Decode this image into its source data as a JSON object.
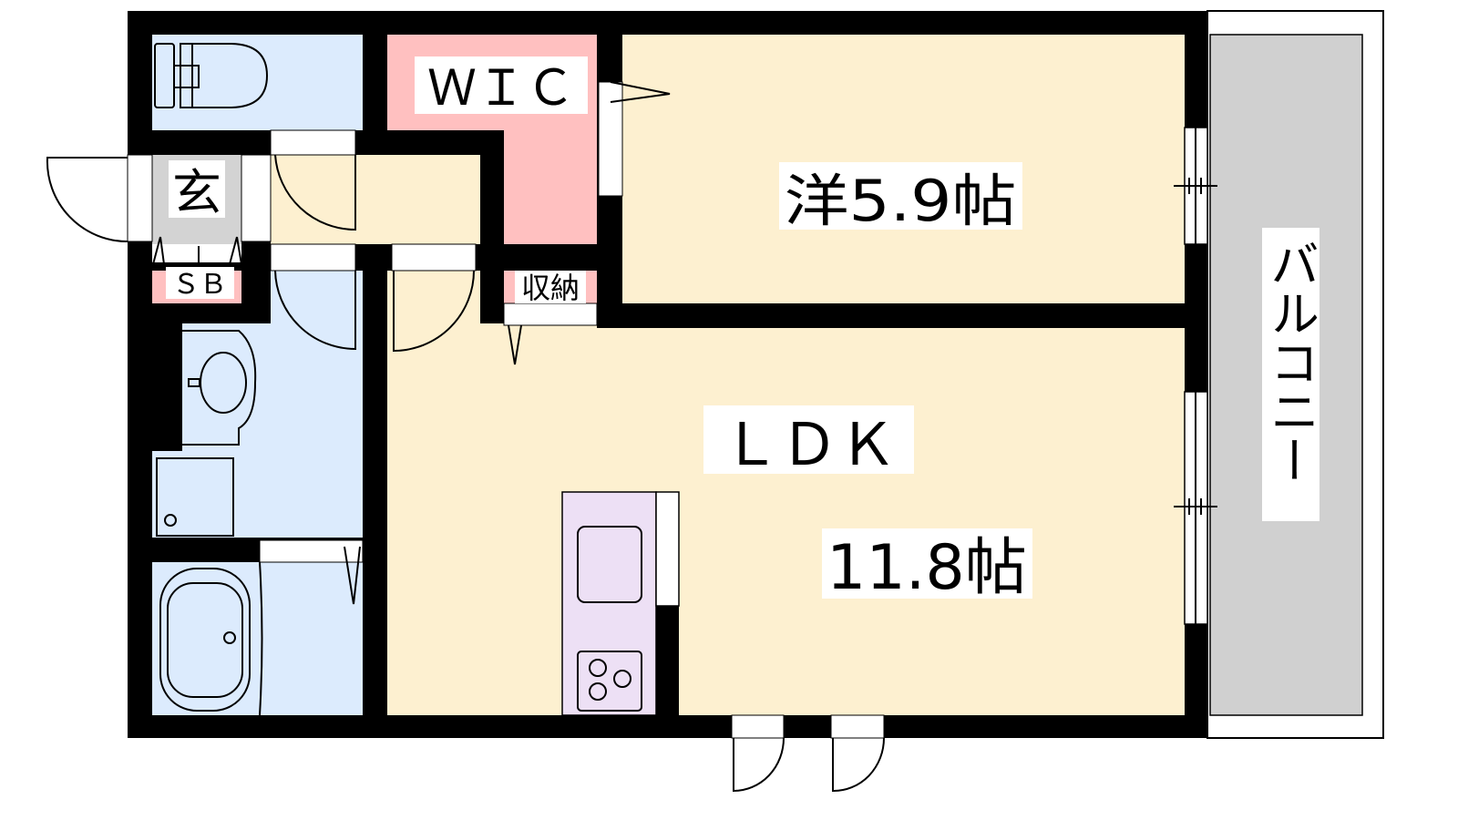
{
  "rooms": {
    "wic": "ＷＩＣ",
    "bedroom": "洋5.9帖",
    "entrance": "玄",
    "shoe_box": "ＳＢ",
    "storage": "収納",
    "ldk": "ＬＤＫ",
    "ldk_size": "11.8帖",
    "balcony": "バルコニー"
  },
  "colors": {
    "wet_area": "#DCEBFD",
    "storage": "#FFC0C0",
    "living": "#FDF0D0",
    "entrance": "#D3D3D3",
    "kitchen": "#EDE0F5",
    "balcony": "#D0D0D0"
  }
}
